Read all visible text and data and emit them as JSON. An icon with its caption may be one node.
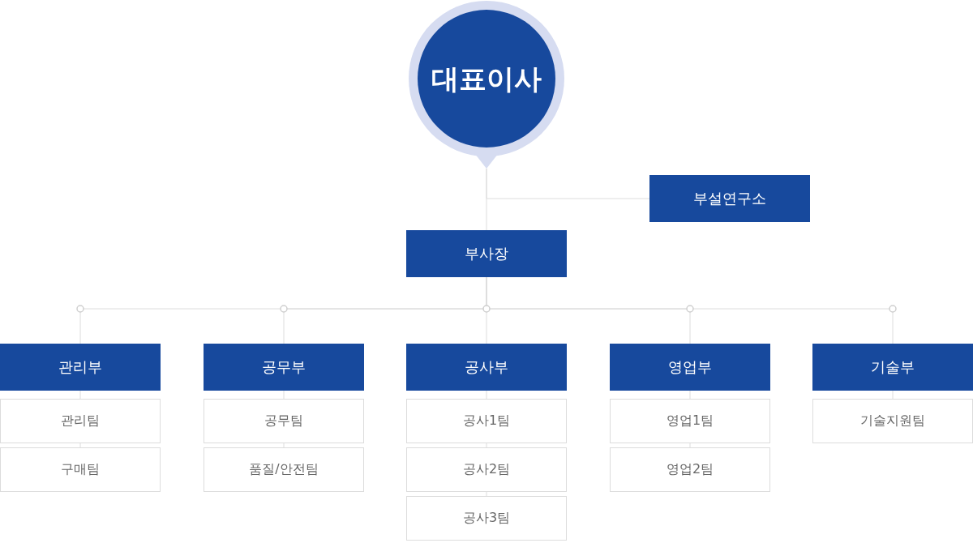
{
  "diagram": {
    "nodes": [
      {
        "text": [
          "대표이사"
        ]
      },
      {
        "text": [
          "부설연구소"
        ]
      },
      {
        "text": [
          "부사장"
        ]
      },
      {
        "text": [
          "관리부"
        ]
      },
      {
        "text": [
          "관리팀"
        ]
      },
      {
        "text": [
          "구매팀"
        ]
      },
      {
        "text": [
          "공무부"
        ]
      },
      {
        "text": [
          "공무팀"
        ]
      },
      {
        "text": [
          "품질/안전팀"
        ]
      },
      {
        "text": [
          "공사부"
        ]
      },
      {
        "text": [
          "공사1팀"
        ]
      },
      {
        "text": [
          "공사2팀"
        ]
      },
      {
        "text": [
          "공사3팀"
        ]
      },
      {
        "text": [
          "영업부"
        ]
      },
      {
        "text": [
          "영업1팀"
        ]
      },
      {
        "text": [
          "영업2팀"
        ]
      },
      {
        "text": [
          "기술부"
        ]
      },
      {
        "text": [
          "기술지원팀"
        ]
      }
    ],
    "edges": [
      {
        "from": 0,
        "to": 1,
        "arrow": "none"
      },
      {
        "from": 0,
        "to": 2,
        "arrow": "none"
      },
      {
        "from": 2,
        "to": 3,
        "arrow": "none"
      },
      {
        "from": 3,
        "to": 4,
        "arrow": "none"
      },
      {
        "from": 4,
        "to": 5,
        "arrow": "none"
      },
      {
        "from": 2,
        "to": 6,
        "arrow": "none"
      },
      {
        "from": 6,
        "to": 7,
        "arrow": "none"
      },
      {
        "from": 7,
        "to": 8,
        "arrow": "none"
      },
      {
        "from": 2,
        "to": 9,
        "arrow": "none"
      },
      {
        "from": 9,
        "to": 10,
        "arrow": "none"
      },
      {
        "from": 10,
        "to": 11,
        "arrow": "none"
      },
      {
        "from": 11,
        "to": 12,
        "arrow": "none"
      },
      {
        "from": 2,
        "to": 13,
        "arrow": "none"
      },
      {
        "from": 13,
        "to": 14,
        "arrow": "none"
      },
      {
        "from": 14,
        "to": 15,
        "arrow": "none"
      },
      {
        "from": 2,
        "to": 16,
        "arrow": "none"
      },
      {
        "from": 16,
        "to": 17,
        "arrow": "none"
      }
    ]
  }
}
